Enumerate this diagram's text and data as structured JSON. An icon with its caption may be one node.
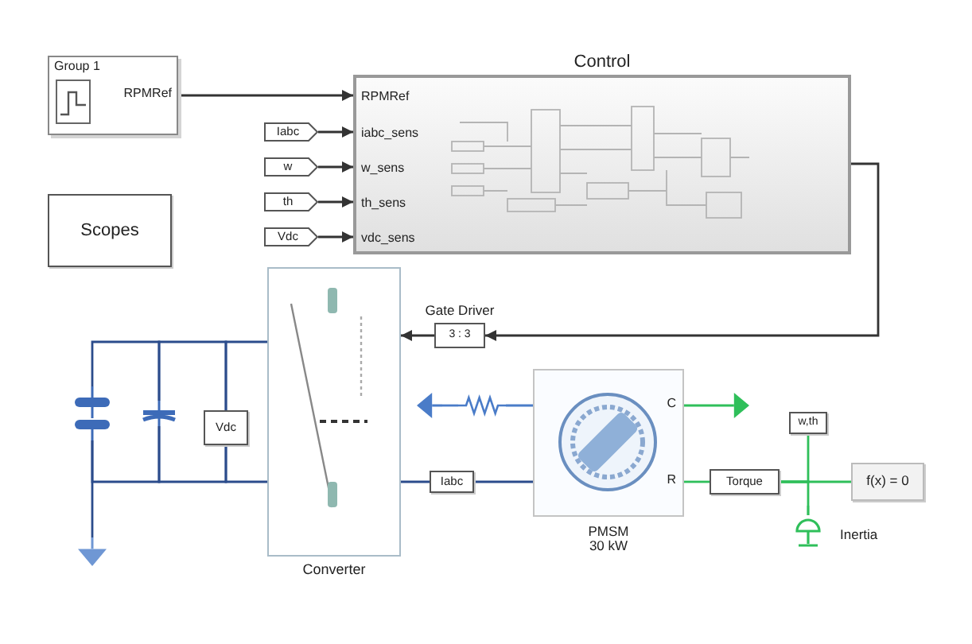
{
  "diagram": {
    "nodes": [
      {
        "text": [
          "Group 1",
          "RPMRef"
        ]
      },
      {
        "text": [
          "Control",
          "RPMRef",
          "iabc_sens",
          "w_sens",
          "th_sens",
          "vdc_sens"
        ]
      },
      {
        "text": [
          "Iabc"
        ]
      },
      {
        "text": [
          "w"
        ]
      },
      {
        "text": [
          "th"
        ]
      },
      {
        "text": [
          "Vdc"
        ]
      },
      {
        "text": [
          "Scopes"
        ]
      },
      {
        "text": [
          "Gate Driver",
          "3 : 3"
        ]
      },
      {
        "text": [
          "Converter"
        ]
      },
      {
        "text": [],
        "shape": "battery"
      },
      {
        "text": [],
        "shape": "capacitor"
      },
      {
        "text": [
          "Vdc"
        ]
      },
      {
        "text": [],
        "shape": "ground"
      },
      {
        "text": [
          "Iabc"
        ]
      },
      {
        "text": [
          "C",
          "R",
          "PMSM 30 kW"
        ]
      },
      {
        "text": [],
        "shape": "ground"
      },
      {
        "text": [],
        "shape": "resistor"
      },
      {
        "text": [],
        "shape": "ground"
      },
      {
        "text": [
          "w,th"
        ]
      },
      {
        "text": [
          "Torque"
        ]
      },
      {
        "text": [
          "f(x) = 0"
        ]
      },
      {
        "text": [
          "Inertia"
        ]
      }
    ],
    "edges": [
      {
        "from": 0,
        "to": 1,
        "arrow": "to"
      },
      {
        "from": 2,
        "to": 1,
        "arrow": "to"
      },
      {
        "from": 3,
        "to": 1,
        "arrow": "to"
      },
      {
        "from": 4,
        "to": 1,
        "arrow": "to"
      },
      {
        "from": 5,
        "to": 1,
        "arrow": "to"
      },
      {
        "from": 1,
        "to": 7,
        "arrow": "to"
      },
      {
        "from": 7,
        "to": 8,
        "arrow": "to"
      },
      {
        "from": 9,
        "to": 10,
        "arrow": "none",
        "color": "#2b4c8c"
      },
      {
        "from": 10,
        "to": 11,
        "arrow": "none",
        "color": "#2b4c8c"
      },
      {
        "from": 11,
        "to": 8,
        "arrow": "none",
        "color": "#2b4c8c"
      },
      {
        "from": 9,
        "to": 10,
        "arrow": "none",
        "color": "#2b4c8c"
      },
      {
        "from": 10,
        "to": 11,
        "arrow": "none",
        "color": "#2b4c8c"
      },
      {
        "from": 11,
        "to": 8,
        "arrow": "none",
        "color": "#2b4c8c"
      },
      {
        "from": 9,
        "to": 12,
        "arrow": "none",
        "color": "#2b4c8c"
      },
      {
        "from": 8,
        "to": 13,
        "arrow": "none",
        "color": "#2b4c8c"
      },
      {
        "from": 13,
        "to": 14,
        "arrow": "none",
        "color": "#2b4c8c"
      },
      {
        "from": 15,
        "to": 16,
        "arrow": "none",
        "color": "#4a7cc8"
      },
      {
        "from": 16,
        "to": 14,
        "arrow": "none",
        "color": "#4a7cc8"
      },
      {
        "from": 14,
        "to": 17,
        "arrow": "none",
        "color": "#2fbf5a"
      },
      {
        "from": 14,
        "to": 19,
        "arrow": "none",
        "color": "#2fbf5a"
      },
      {
        "from": 19,
        "to": 20,
        "arrow": "none",
        "color": "#2fbf5a"
      },
      {
        "from": 19,
        "to": 18,
        "arrow": "none",
        "color": "#2fbf5a"
      },
      {
        "from": 19,
        "to": 21,
        "arrow": "none",
        "color": "#2fbf5a"
      }
    ]
  }
}
